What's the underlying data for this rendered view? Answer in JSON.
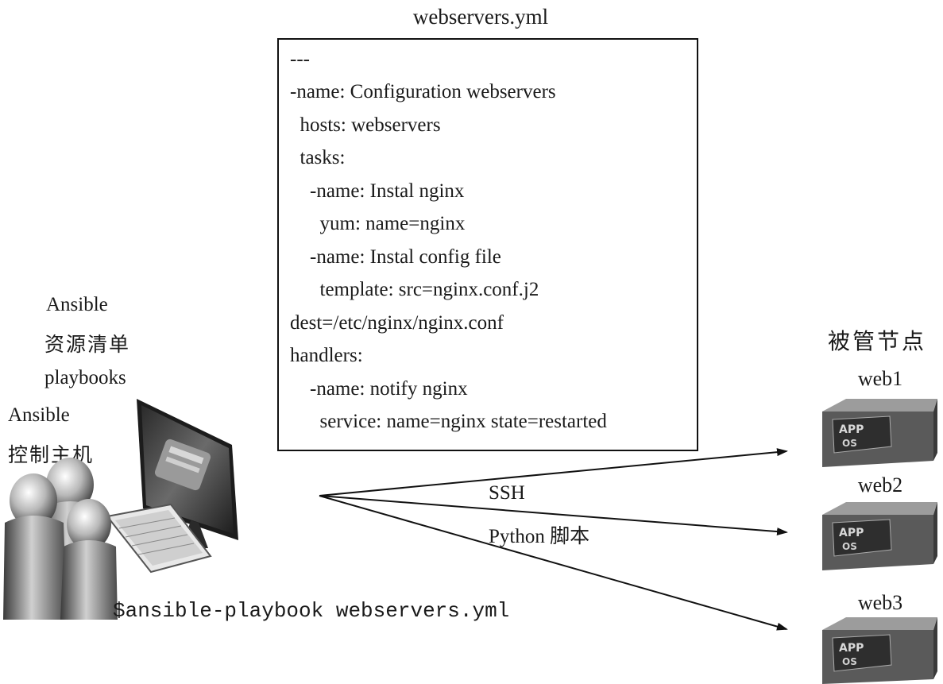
{
  "file_title": "webservers.yml",
  "code_lines": [
    "---",
    "-name: Configuration webservers",
    "  hosts: webservers",
    "  tasks:",
    "    -name: Instal nginx",
    "      yum: name=nginx",
    "    -name: Instal config file",
    "      template: src=nginx.conf.j2",
    "dest=/etc/nginx/nginx.conf",
    "handlers:",
    "    -name: notify nginx",
    "      service: name=nginx state=restarted"
  ],
  "left_labels": {
    "ansible_1": "Ansible",
    "inventory": "资源清单",
    "playbooks": "playbooks",
    "ansible_2": "Ansible",
    "control_host": "控制主机"
  },
  "command": "$ansible-playbook webservers.yml",
  "connection": {
    "ssh": "SSH",
    "python": "Python 脚本"
  },
  "managed_nodes": {
    "title": "被管节点",
    "nodes": [
      {
        "name": "web1",
        "box_label_top": "APP",
        "box_label_bottom": "OS"
      },
      {
        "name": "web2",
        "box_label_top": "APP",
        "box_label_bottom": "OS"
      },
      {
        "name": "web3",
        "box_label_top": "APP",
        "box_label_bottom": "OS"
      }
    ]
  },
  "colors": {
    "ink": "#1a1a1a",
    "box_dark": "#4a4a4a",
    "box_light": "#bdbdbd"
  }
}
